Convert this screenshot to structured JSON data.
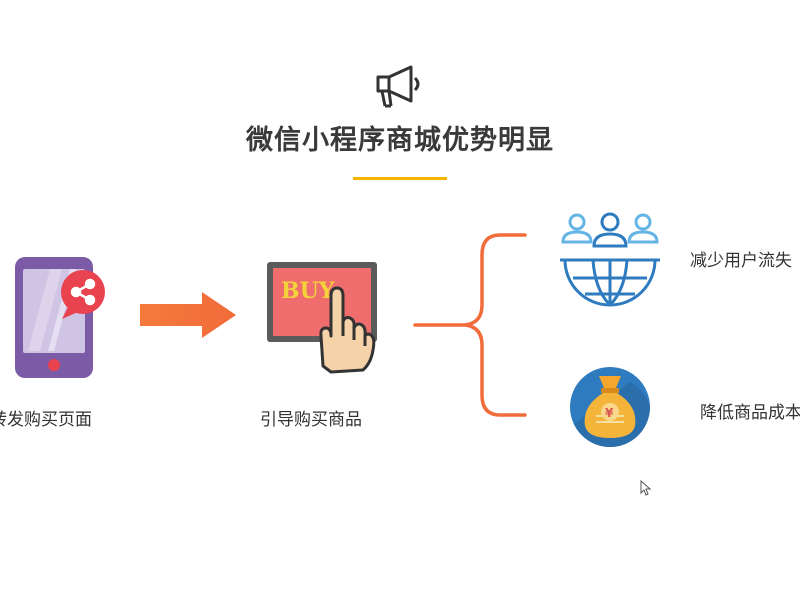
{
  "title": "微信小程序商城优势明显",
  "steps": {
    "share_label": "转发购买页面",
    "buy_label": "引导购买商品",
    "buy_sign": "BUY"
  },
  "benefits": [
    {
      "label": "减少用户流失",
      "icon": "users-globe-icon"
    },
    {
      "label": "降低商品成本",
      "icon": "money-bag-icon"
    }
  ],
  "colors": {
    "accent": "#f4b400",
    "arrow": "#f26b3a",
    "brace": "#f26b3a",
    "phone": "#7b5aa6",
    "share_badge": "#e8434f",
    "buy_screen": "#ef6d6d",
    "globe_blue": "#2f7bbf",
    "bag": "#f4a72c"
  }
}
